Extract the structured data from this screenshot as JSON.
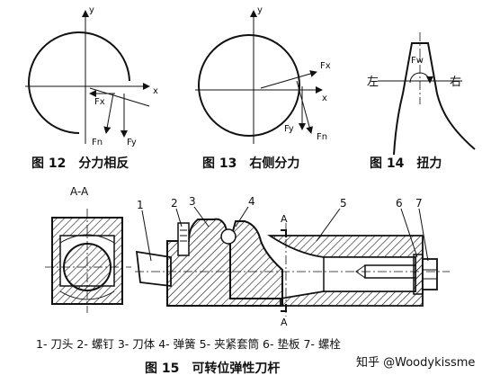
{
  "fig12": {
    "caption": "图 12　分力相反",
    "y": "y",
    "x": "x",
    "fx": "Fx",
    "fn": "Fn",
    "fy": "Fy"
  },
  "fig13": {
    "caption": "图 13　右侧分力",
    "y": "y",
    "x": "x",
    "fx": "Fx",
    "fy": "Fy",
    "fn": "Fn"
  },
  "fig14": {
    "caption": "图 14　扭力",
    "left": "左",
    "right": "右",
    "fw": "Fw"
  },
  "fig15": {
    "section": "A-A",
    "a_top": "A",
    "a_bottom": "A",
    "numbers": [
      "1",
      "2",
      "3",
      "4",
      "5",
      "6",
      "7"
    ],
    "legend": "1- 刀头 2- 螺钉 3- 刀体 4- 弹簧 5- 夹紧套筒 6- 垫板 7- 螺栓",
    "caption": "图 15　可转位弹性刀杆"
  },
  "watermark": "知乎 @Woodykissme"
}
